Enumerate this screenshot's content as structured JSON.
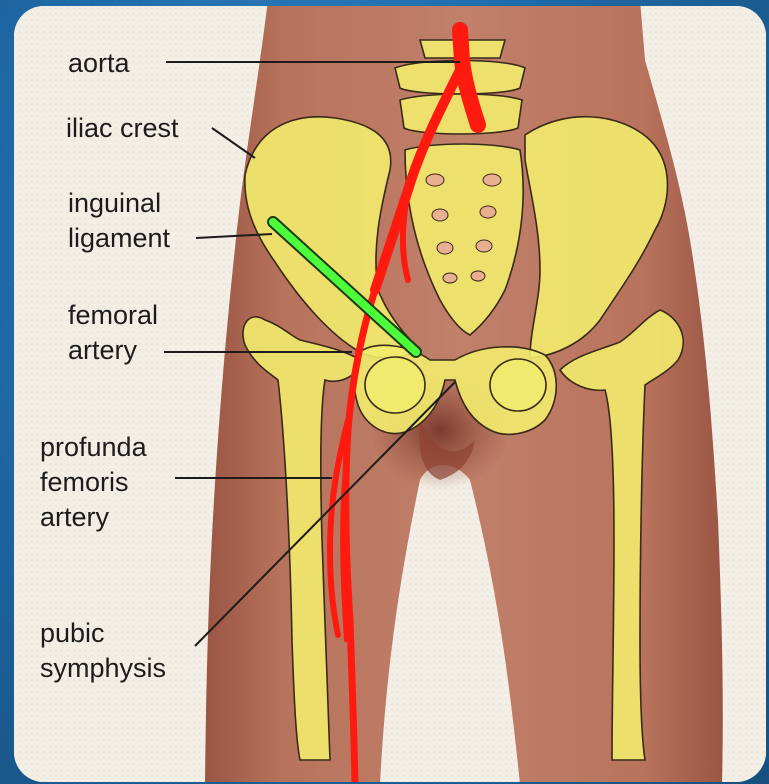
{
  "labels": {
    "aorta": "aorta",
    "iliac_crest": "iliac crest",
    "inguinal_ligament": "inguinal\nligament",
    "femoral_artery": "femoral\nartery",
    "profunda_femoris_artery": "profunda\nfemoris\nartery",
    "pubic_symphysis": "pubic\nsymphysis"
  },
  "colors": {
    "background": "#1f6aa8",
    "paper": "#f3efe6",
    "skin": "#b06a55",
    "bone": "#f2eb6e",
    "artery": "#ff1a10",
    "ligament": "#4dff3a",
    "leader_line": "#1c1c1c"
  }
}
